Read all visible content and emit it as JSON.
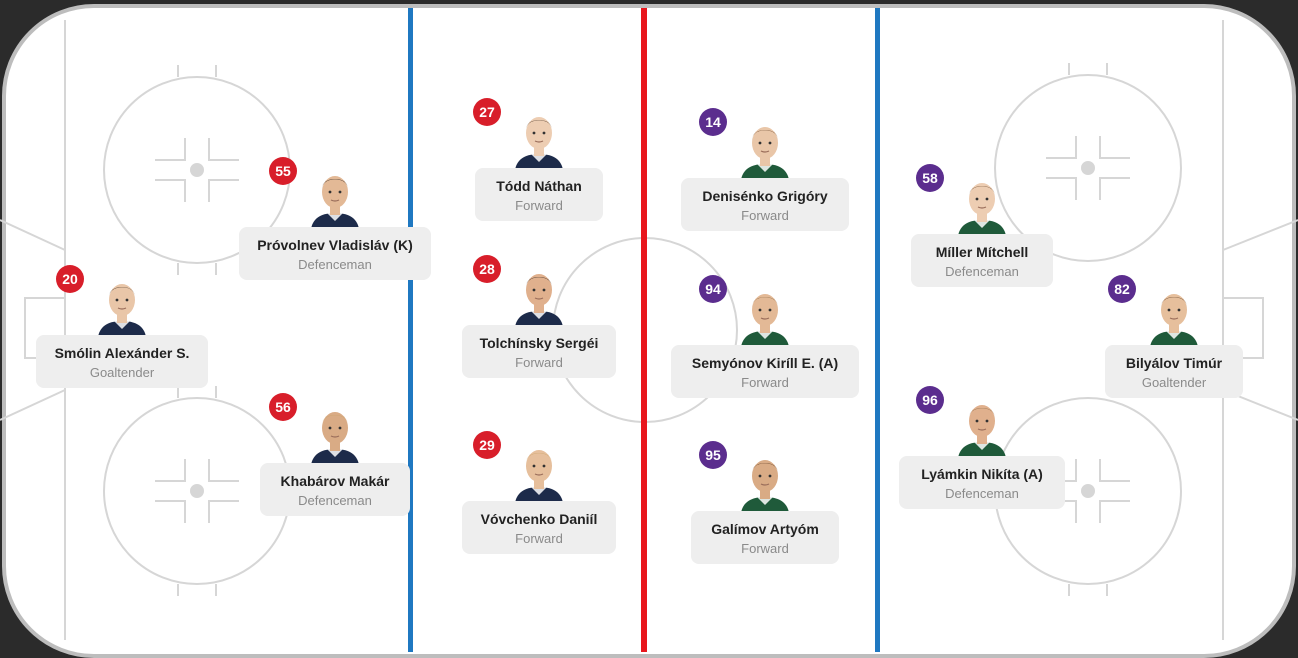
{
  "colors": {
    "home_number_bg": "#d81e2a",
    "away_number_bg": "#5b2d8e",
    "blue_line": "#1f78c1",
    "red_line": "#e8161d",
    "card_bg": "#eeeeee",
    "rink_markings": "#d6d6d6"
  },
  "home": {
    "players": [
      {
        "number": "20",
        "name": "Smólin Alexánder S.",
        "role": "Goaltender"
      },
      {
        "number": "55",
        "name": "Próvolnev Vladisláv (K)",
        "role": "Defenceman"
      },
      {
        "number": "56",
        "name": "Khabárov Makár",
        "role": "Defenceman"
      },
      {
        "number": "27",
        "name": "Tódd Náthan",
        "role": "Forward"
      },
      {
        "number": "28",
        "name": "Tolchínsky Sergéi",
        "role": "Forward"
      },
      {
        "number": "29",
        "name": "Vóvchenko Daniíl",
        "role": "Forward"
      }
    ]
  },
  "away": {
    "players": [
      {
        "number": "14",
        "name": "Denisénko Grigóry",
        "role": "Forward"
      },
      {
        "number": "94",
        "name": "Semyónov Kiríll E. (A)",
        "role": "Forward"
      },
      {
        "number": "95",
        "name": "Galímov Artyóm",
        "role": "Forward"
      },
      {
        "number": "58",
        "name": "Míller Mítchell",
        "role": "Defenceman"
      },
      {
        "number": "96",
        "name": "Lyámkin Nikíta (A)",
        "role": "Defenceman"
      },
      {
        "number": "82",
        "name": "Bilyálov Timúr",
        "role": "Goaltender"
      }
    ]
  }
}
